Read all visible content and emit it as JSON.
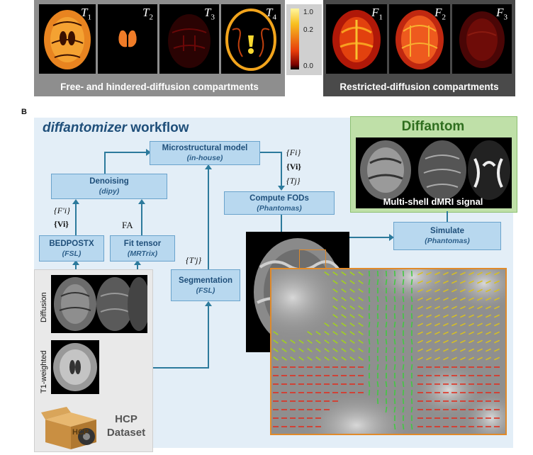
{
  "panel_a": {
    "left_panel": {
      "labels": [
        {
          "base": "T",
          "sub": "1"
        },
        {
          "base": "T",
          "sub": "2"
        },
        {
          "base": "T",
          "sub": "3"
        },
        {
          "base": "T",
          "sub": "4"
        }
      ],
      "caption": "Free- and hindered-diffusion compartments"
    },
    "colorbar": {
      "ticks": [
        "1.0",
        "0.2",
        "0.0"
      ]
    },
    "right_panel": {
      "labels": [
        {
          "base": "F",
          "sub": "1"
        },
        {
          "base": "F",
          "sub": "2"
        },
        {
          "base": "F",
          "sub": "3"
        }
      ],
      "caption": "Restricted-diffusion compartments"
    }
  },
  "panel_b": {
    "letter": "B",
    "title_italic": "diffantomizer",
    "title_rest": " workflow",
    "boxes": {
      "micro": {
        "label": "Microstructural model",
        "sub": "(in-house)"
      },
      "denoise": {
        "label": "Denoising",
        "sub": "(dipy)"
      },
      "fods": {
        "label": "Compute FODs",
        "sub": "(Phantomas)"
      },
      "bedpostx": {
        "label": "BEDPOSTX",
        "sub": "(FSL)"
      },
      "fittensor": {
        "label": "Fit tensor",
        "sub": "(MRTrix)"
      },
      "segment": {
        "label": "Segmentation",
        "sub": "(FSL)"
      },
      "simulate": {
        "label": "Simulate",
        "sub": "(Phantomas)"
      }
    },
    "math": {
      "fi_denoise": "{F′i}",
      "vi_denoise": "{Vi}",
      "fa": "FA",
      "fi_model": "{Fi}",
      "vi_model": "{Vi}",
      "tj_model": "{Tj}",
      "tj_seg": "{T′j}"
    },
    "diffantom": {
      "title": "Diffantom",
      "caption": "Multi-shell dMRI signal"
    },
    "hcp": {
      "diffusion_label": "Diffusion",
      "t1_label": "T1-weighted",
      "dataset_line1": "HCP",
      "dataset_line2": "Dataset",
      "box_text": "HCP"
    }
  },
  "colors": {
    "workflow_bg": "#e3eef7",
    "box_fill": "#b8d8ef",
    "arrow": "#2c7a9c",
    "diffantom_bg": "#bfe0a8",
    "diffantom_title": "#2f6e1f",
    "zoom_border": "#e08a2a"
  }
}
